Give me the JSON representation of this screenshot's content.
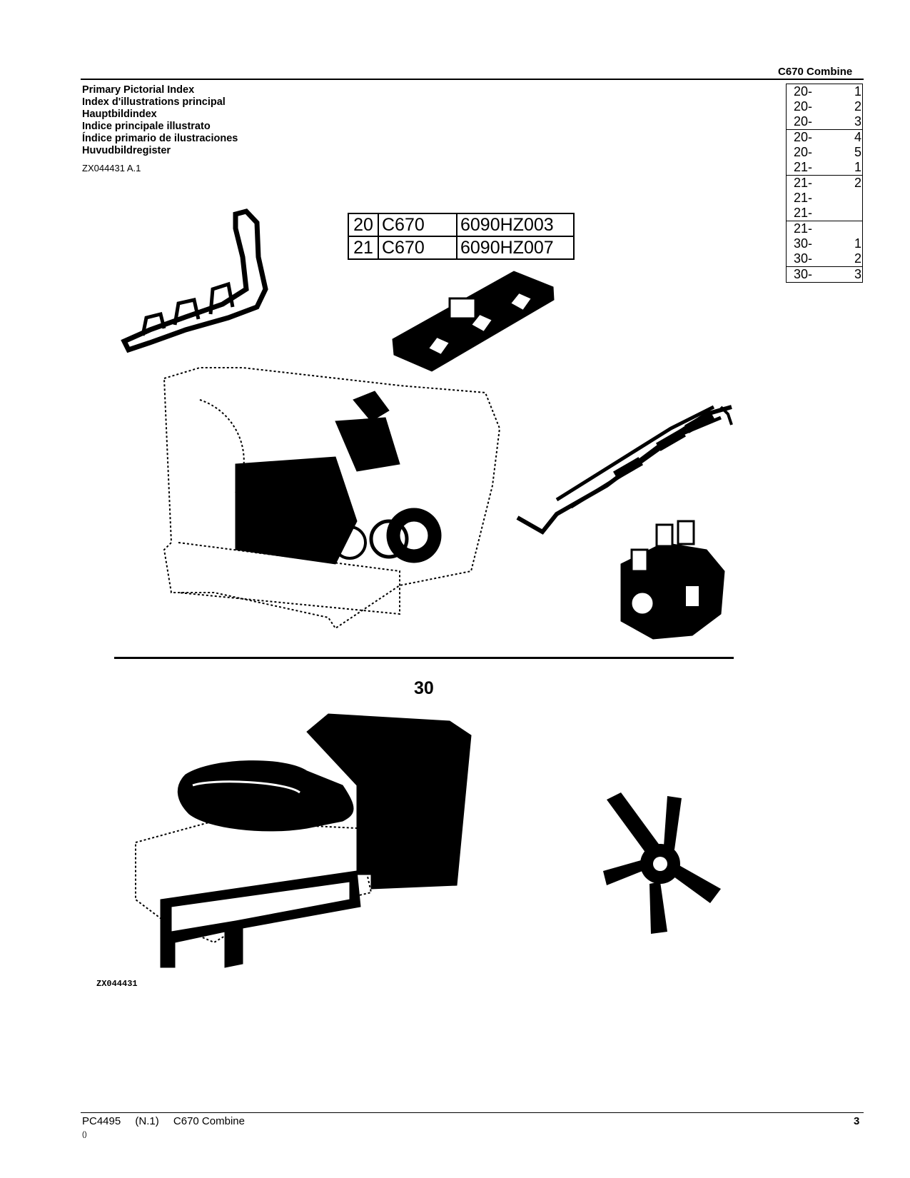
{
  "header": {
    "title": "C670  Combine"
  },
  "titles": [
    "Primary Pictorial Index",
    "Index d'illustrations principal",
    "Hauptbildindex",
    "Indice principale illustrato",
    "Índice primario de ilustraciones",
    "Huvudbildregister"
  ],
  "ref_code": "ZX044431 A.1",
  "index_groups": [
    [
      {
        "group": "20-",
        "page": "1"
      },
      {
        "group": "20-",
        "page": "2"
      },
      {
        "group": "20-",
        "page": "3"
      }
    ],
    [
      {
        "group": "20-",
        "page": "4"
      },
      {
        "group": "20-",
        "page": "5"
      },
      {
        "group": "21-",
        "page": "1"
      }
    ],
    [
      {
        "group": "21-",
        "page": "2"
      },
      {
        "group": "21-",
        "page": ""
      },
      {
        "group": "21-",
        "page": ""
      }
    ],
    [
      {
        "group": "21-",
        "page": ""
      },
      {
        "group": "30-",
        "page": "1"
      },
      {
        "group": "30-",
        "page": "2"
      }
    ],
    [
      {
        "group": "30-",
        "page": "3"
      }
    ]
  ],
  "model_table": [
    {
      "group": "20",
      "model": "C670",
      "engine": "6090HZ003"
    },
    {
      "group": "21",
      "model": "C670",
      "engine": "6090HZ007"
    }
  ],
  "group_label": "30",
  "illustration_code": "ZX044431",
  "footer": {
    "doc": "PC4495",
    "rev": "(N.1)",
    "title": "C670 Combine",
    "note": "()",
    "page": "3"
  }
}
